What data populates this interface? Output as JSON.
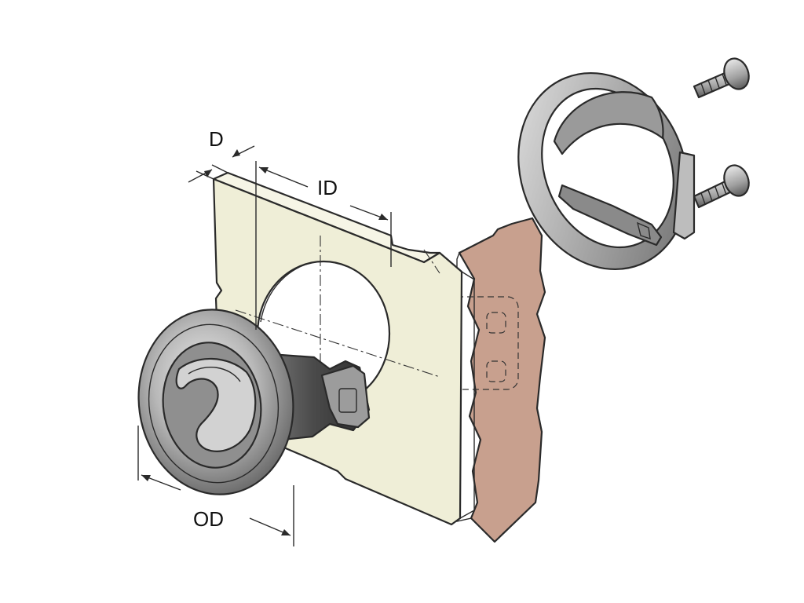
{
  "dimensions": {
    "d_label": "D",
    "id_label": "ID",
    "od_label": "OD"
  },
  "colors": {
    "panel_face": "#efeed7",
    "panel_edge": "#f6f5e6",
    "wood_strip": "#c8a08e",
    "metal_light": "#dcdcdc",
    "metal_mid": "#a9a9a9",
    "metal_dark": "#5a5a5a",
    "line": "#2a2a2a"
  },
  "parts": [
    {
      "name": "flush-latch-cup"
    },
    {
      "name": "mounting-panel"
    },
    {
      "name": "door-frame-strip"
    },
    {
      "name": "backing-ring"
    },
    {
      "name": "mounting-screw-top"
    },
    {
      "name": "mounting-screw-bottom"
    }
  ]
}
